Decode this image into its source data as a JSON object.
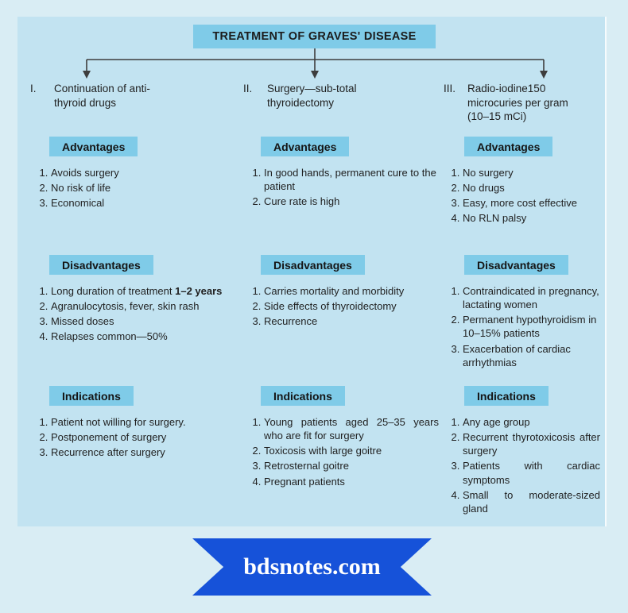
{
  "title": "TREATMENT OF GRAVES' DISEASE",
  "watermark": "bdsnotes.com",
  "colors": {
    "page_bg": "#d9edf4",
    "panel_bg": "#c2e3f1",
    "header_box_bg": "#7fcbe8",
    "text": "#1f1f1f",
    "connector_line": "#3d3d3d",
    "ribbon_bg": "#1652d9",
    "ribbon_text": "#ffffff"
  },
  "columns": [
    {
      "numeral": "I.",
      "option": "Continuation of anti-thyroid drugs",
      "advantages": {
        "label": "Advantages",
        "items": [
          "Avoids surgery",
          "No risk of life",
          "Economical"
        ]
      },
      "disadvantages": {
        "label": "Disadvantages",
        "items": [
          "Long duration of treatment **1–2 years**",
          "Agranulocytosis, fever, skin rash",
          "Missed doses",
          "Relapses common—50%"
        ]
      },
      "indications": {
        "label": "Indications",
        "items": [
          "Patient not willing for surgery.",
          "Postponement of surgery",
          "Recurrence after surgery"
        ]
      }
    },
    {
      "numeral": "II.",
      "option": "Surgery—sub-total thyroidectomy",
      "advantages": {
        "label": "Advantages",
        "items": [
          "In good hands, permanent cure to the patient",
          "Cure rate is high"
        ]
      },
      "disadvantages": {
        "label": "Disadvantages",
        "items": [
          "Carries mortality and morbidity",
          "Side effects of thyroidectomy",
          "Recurrence"
        ]
      },
      "indications": {
        "label": "Indications",
        "items": [
          "Young patients aged 25–35 years who are fit for surgery",
          "Toxicosis with large goitre",
          "Retrosternal goitre",
          "Pregnant patients"
        ]
      }
    },
    {
      "numeral": "III.",
      "option": "Radio-iodine150 microcuries per gram (10–15 mCi)",
      "advantages": {
        "label": "Advantages",
        "items": [
          "No surgery",
          "No drugs",
          "Easy, more cost effective",
          "No RLN palsy"
        ]
      },
      "disadvantages": {
        "label": "Disadvantages",
        "items": [
          "Contraindicated in pregnancy, lactating women",
          "Permanent hypothyroidism in 10–15% patients",
          "Exacerbation of cardiac arrhythmias"
        ]
      },
      "indications": {
        "label": "Indications",
        "items": [
          "Any age group",
          "Recurrent thyrotoxicosis after surgery",
          "Patients with cardiac symptoms",
          "Small to moderate-sized gland"
        ]
      }
    }
  ]
}
